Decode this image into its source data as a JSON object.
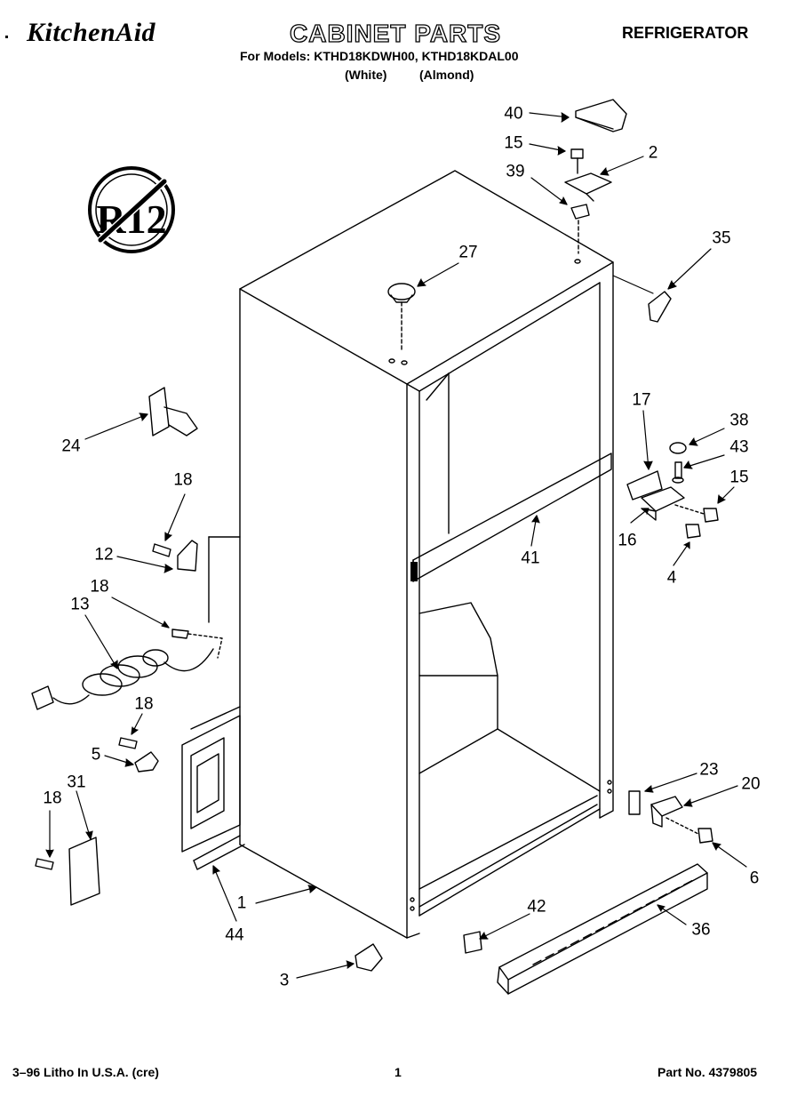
{
  "header": {
    "brand": "KitchenAid",
    "title": "CABINET PARTS",
    "category": "REFRIGERATOR",
    "models_line": "For Models: KTHD18KDWH00, KTHD18KDAL00",
    "variant_white": "(White)",
    "variant_almond": "(Almond)"
  },
  "badge": {
    "text": "R12"
  },
  "callouts": [
    "40",
    "15",
    "2",
    "39",
    "35",
    "27",
    "24",
    "17",
    "38",
    "43",
    "15",
    "18",
    "12",
    "18",
    "13",
    "16",
    "4",
    "41",
    "18",
    "5",
    "23",
    "20",
    "18",
    "31",
    "6",
    "42",
    "36",
    "1",
    "44",
    "3"
  ],
  "footer": {
    "left": "3–96 Litho In U.S.A. (cre)",
    "page": "1",
    "part": "Part No. 4379805"
  }
}
